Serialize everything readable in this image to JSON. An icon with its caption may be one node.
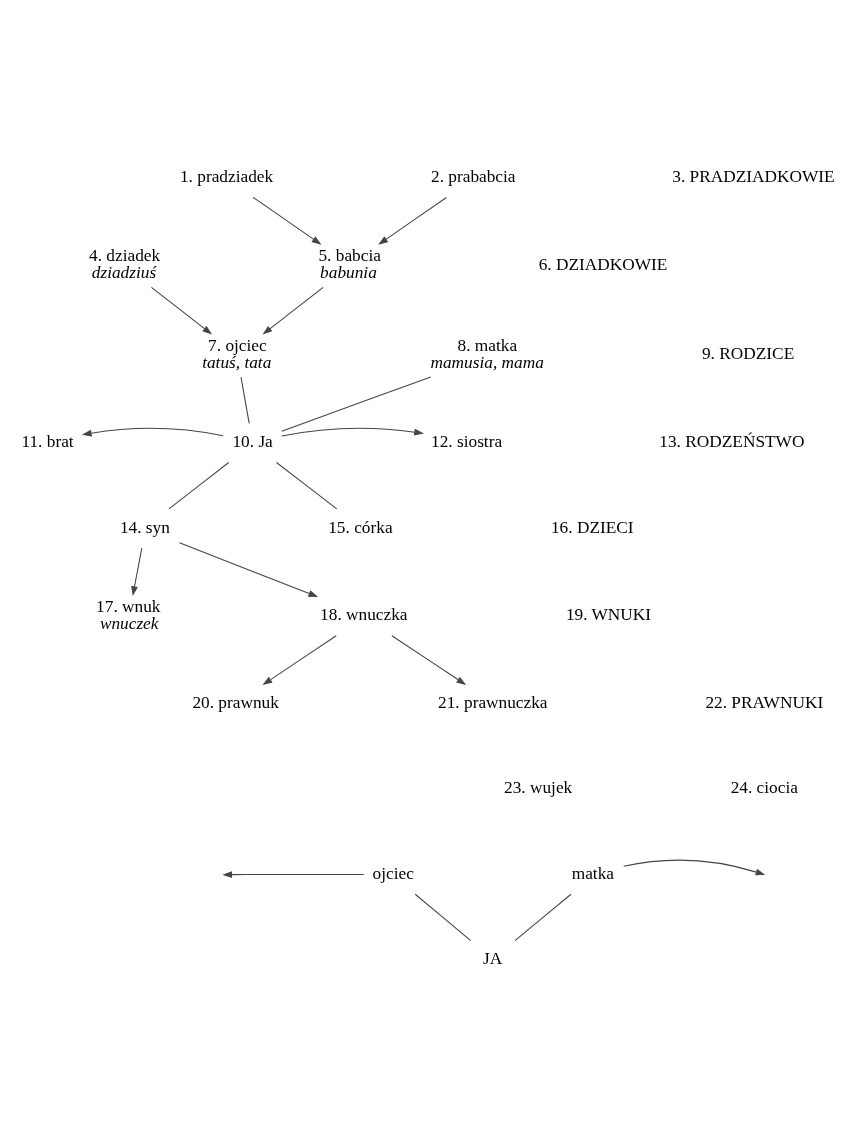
{
  "diagram": {
    "nodes": [
      {
        "text": [
          "1. pradziadek"
        ]
      },
      {
        "text": [
          "2. prababcia"
        ]
      },
      {
        "text": [
          "4. dziadek",
          "dziadziuś"
        ]
      },
      {
        "text": [
          "5. babcia",
          "babunia"
        ]
      },
      {
        "text": [
          "7. ojciec",
          "tatuś, tata"
        ]
      },
      {
        "text": [
          "8. matka",
          "mamusia, mama"
        ]
      },
      {
        "text": [
          "11. brat"
        ]
      },
      {
        "text": [
          "10. Ja"
        ]
      },
      {
        "text": [
          "12. siostra"
        ]
      },
      {
        "text": [
          "14. syn"
        ]
      },
      {
        "text": [
          "15. córka"
        ]
      },
      {
        "text": [
          "17. wnuk",
          "wnuczek"
        ]
      },
      {
        "text": [
          "18. wnuczka"
        ]
      },
      {
        "text": [
          "20. prawnuk"
        ]
      },
      {
        "text": [
          "21. prawnuczka"
        ]
      },
      {
        "text": [
          "ojciec"
        ]
      },
      {
        "text": [
          "matka"
        ]
      },
      {
        "text": [
          "JA"
        ]
      }
    ],
    "edges": [
      {
        "from": 0,
        "to": 3,
        "arrow": "to"
      },
      {
        "from": 1,
        "to": 3,
        "arrow": "to"
      },
      {
        "from": 2,
        "to": 4,
        "arrow": "to"
      },
      {
        "from": 3,
        "to": 4,
        "arrow": "to"
      },
      {
        "from": 4,
        "to": 7,
        "arrow": "none"
      },
      {
        "from": 5,
        "to": 7,
        "arrow": "none"
      },
      {
        "from": 7,
        "to": 6,
        "arrow": "to"
      },
      {
        "from": 7,
        "to": 8,
        "arrow": "to"
      },
      {
        "from": 7,
        "to": 9,
        "arrow": "none"
      },
      {
        "from": 7,
        "to": 10,
        "arrow": "none"
      },
      {
        "from": 9,
        "to": 11,
        "arrow": "to"
      },
      {
        "from": 9,
        "to": 12,
        "arrow": "to"
      },
      {
        "from": 12,
        "to": 13,
        "arrow": "to"
      },
      {
        "from": 12,
        "to": 14,
        "arrow": "to"
      },
      {
        "from": 15,
        "to": null,
        "arrow": "to"
      },
      {
        "from": 16,
        "to": null,
        "arrow": "to"
      },
      {
        "from": 15,
        "to": 17,
        "arrow": "none"
      },
      {
        "from": 16,
        "to": 17,
        "arrow": "none"
      }
    ],
    "labels": [
      "3. PRADZIADKOWIE",
      "6. DZIADKOWIE",
      "9. RODZICE",
      "13. RODZEŃSTWO",
      "16. DZIECI",
      "19. WNUKI",
      "22. PRAWNUKI",
      "23. wujek",
      "24. ciocia"
    ]
  }
}
